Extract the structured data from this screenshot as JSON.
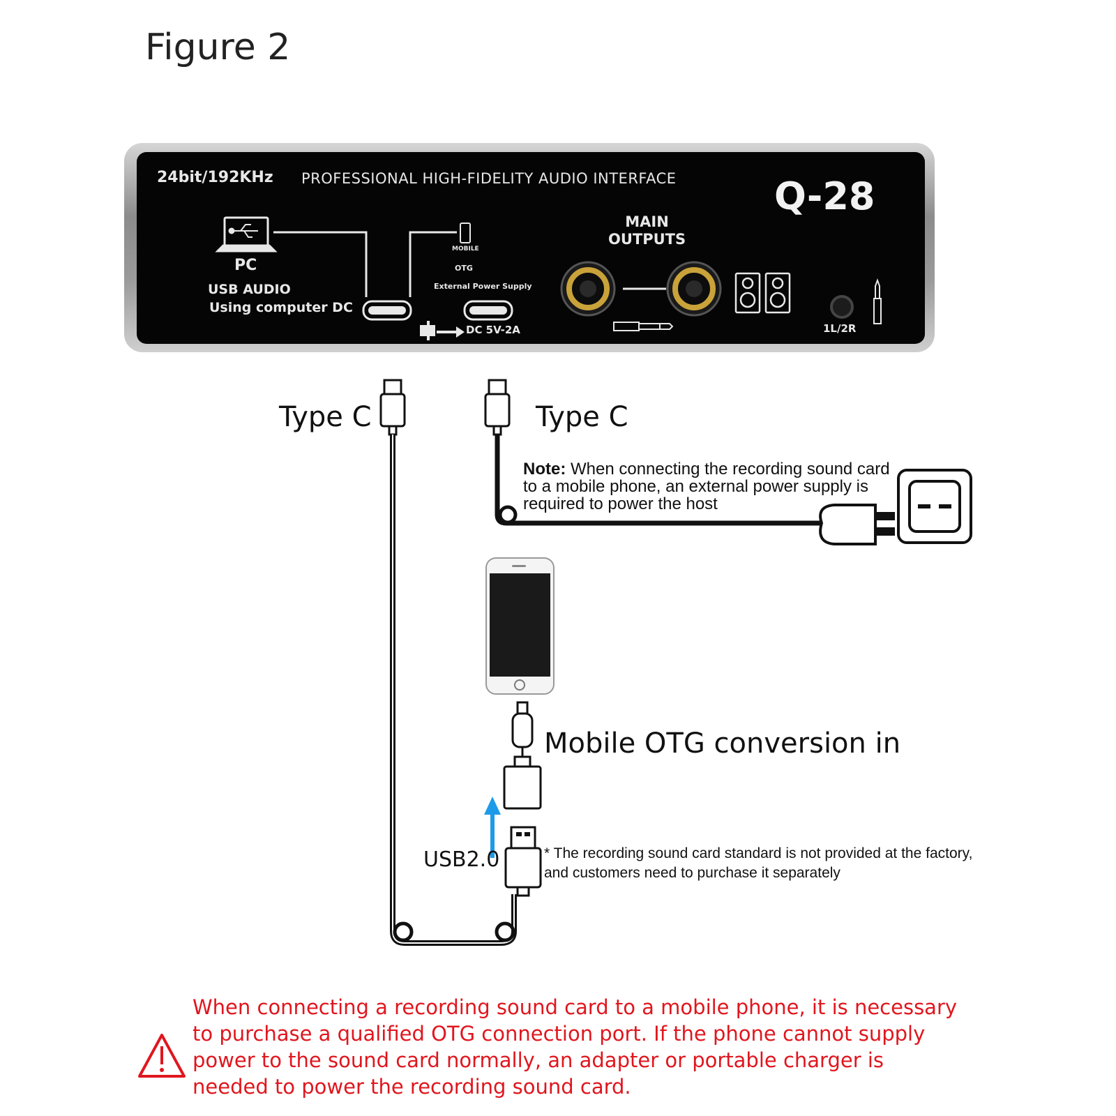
{
  "figure": {
    "title": "Figure 2"
  },
  "device": {
    "spec": "24bit/192KHz",
    "headline": "PROFESSIONAL HIGH-FIDELITY AUDIO INTERFACE",
    "model": "Q-28",
    "pc_label": "PC",
    "usb_audio_label": "USB AUDIO",
    "using_dc_label": "Using computer DC",
    "mobile_label": "MOBILE",
    "otg_label": "OTG",
    "external_power_label": "External Power Supply",
    "dc_label": "DC 5V-2A",
    "main_outputs": [
      "MAIN",
      "OUTPUTS"
    ],
    "headphone_label": "1L/2R"
  },
  "diagram": {
    "type_c_left": "Type C",
    "type_c_right": "Type C",
    "note_bold": "Note:",
    "note_text": " When connecting the recording sound card to a mobile phone, an external power supply is required to power the host",
    "otg_label": "Mobile OTG conversion in",
    "usb_label": "USB2.0",
    "disclaimer": "* The recording sound card standard is not provided at the factory, and customers need to purchase it separately",
    "warning": "When connecting a recording sound card to a mobile phone, it is necessary to purchase a qualified OTG connection port. If the phone cannot supply power to the sound card normally, an adapter or portable charger is needed to power the recording sound card."
  },
  "colors": {
    "panel": "#050505",
    "frame": "#9a9a9a",
    "warning": "#e0161e",
    "arrow": "#1e9be8",
    "jack_gold": "#c9a23a"
  },
  "icons": [
    "laptop-usb-icon",
    "mobile-phone-icon",
    "usb-c-port-icon",
    "power-plug-icon",
    "jack-socket-icon",
    "speaker-icon",
    "headphone-jack-icon",
    "trs-plug-icon",
    "usb-c-connector-icon",
    "wall-outlet-icon",
    "smartphone-icon",
    "lightning-connector-icon",
    "otg-adapter-icon",
    "usb-a-connector-icon",
    "up-arrow-icon",
    "warning-triangle-icon"
  ]
}
